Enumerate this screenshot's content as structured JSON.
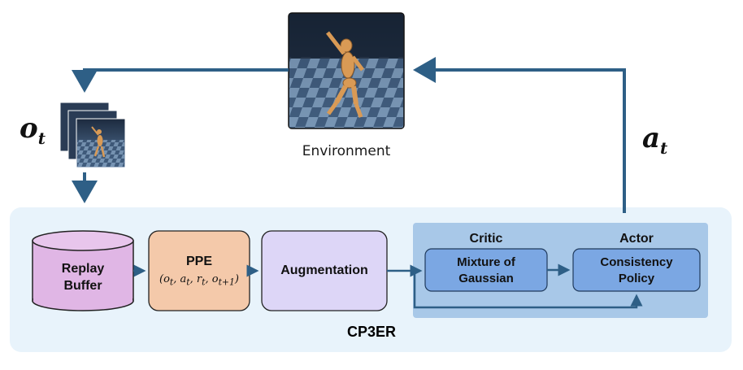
{
  "environment": {
    "label": "Environment"
  },
  "observation": {
    "symbol": "o",
    "subscript": "t"
  },
  "action": {
    "symbol": "a",
    "subscript": "t"
  },
  "replay_buffer": {
    "line1": "Replay",
    "line2": "Buffer"
  },
  "ppe": {
    "title": "PPE",
    "tuple": "(o_t, a_t, r_t, o_{t+1})",
    "tuple_display": "(o",
    "parts": [
      "(o",
      "t",
      ", a",
      "t",
      ", r",
      "t",
      ", o",
      "t+1",
      ")"
    ]
  },
  "augmentation": {
    "label": "Augmentation"
  },
  "critic": {
    "title": "Critic",
    "line1": "Mixture of",
    "line2": "Gaussian"
  },
  "actor": {
    "title": "Actor",
    "line1": "Consistency",
    "line2": "Policy"
  },
  "system": {
    "label": "CP3ER"
  },
  "colors": {
    "arrow": "#2e5f86",
    "panel": "#e8f3fb",
    "replay": "#e0b6e5",
    "ppe": "#f4c9aa",
    "augmentation": "#ddd6f7",
    "actor_critic_panel": "#a8c8e8",
    "inner_box": "#7ba7e3"
  }
}
